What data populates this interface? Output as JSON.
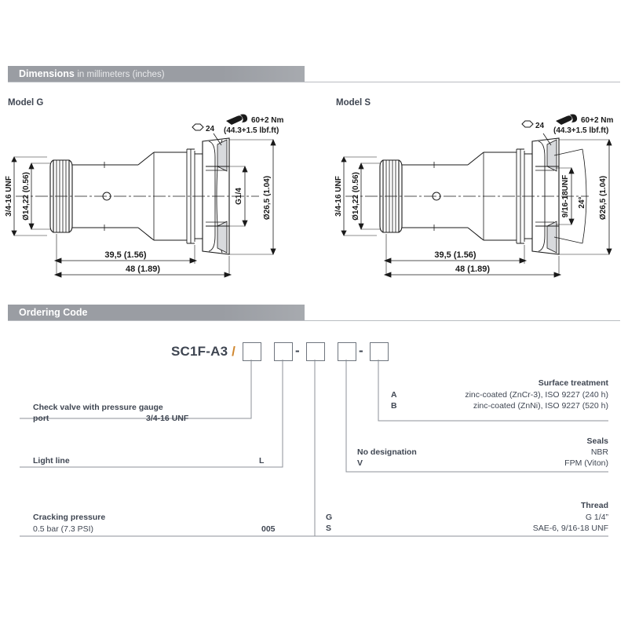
{
  "sections": {
    "dimensions": {
      "title": "Dimensions",
      "subtitle": "in millimeters (inches)"
    },
    "ordering": {
      "title": "Ordering Code",
      "subtitle": ""
    }
  },
  "drawings": {
    "model_g": {
      "label": "Model G",
      "torque": "60+2 Nm",
      "torque_imperial": "(44.3+1.5 lbf.ft)",
      "hex": "24",
      "thread_left": "3/4-16 UNF",
      "bore": "Ø14,22 (0.56)",
      "port_thread": "G1/4",
      "outer_dia": "Ø26,5 (1.04)",
      "len_inner": "39,5 (1.56)",
      "len_total": "48 (1.89)"
    },
    "model_s": {
      "label": "Model S",
      "torque": "60+2 Nm",
      "torque_imperial": "(44.3+1.5 lbf.ft)",
      "hex": "24",
      "thread_left": "3/4-16 UNF",
      "bore": "Ø14,22 (0.56)",
      "port_thread": "9/16-18UNF",
      "cone_angle": "24°",
      "outer_dia": "Ø26,5 (1.04)",
      "len_inner": "39,5 (1.56)",
      "len_total": "48 (1.89)"
    }
  },
  "ordering_code": {
    "prefix": "SC1F-A3 /",
    "separator": "-",
    "boxes": [
      "",
      "",
      "",
      "",
      ""
    ],
    "groups_left": [
      {
        "title": "Check valve with pressure gauge",
        "title2": "port",
        "code": "3/4-16 UNF"
      },
      {
        "title": "Light line",
        "code": "L"
      },
      {
        "title": "Cracking pressure",
        "title2": "0.5 bar (7.3 PSI)",
        "code": "005"
      }
    ],
    "groups_right": [
      {
        "heading": "Surface treatment",
        "rows": [
          {
            "code": "A",
            "desc": "zinc-coated (ZnCr-3), ISO 9227 (240 h)"
          },
          {
            "code": "B",
            "desc": "zinc-coated (ZnNi), ISO 9227 (520 h)"
          }
        ]
      },
      {
        "heading": "Seals",
        "rows": [
          {
            "code": "No designation",
            "desc": "NBR"
          },
          {
            "code": "V",
            "desc": "FPM (Viton)"
          }
        ]
      },
      {
        "heading": "Thread",
        "rows": [
          {
            "code": "G",
            "desc": "G 1/4”"
          },
          {
            "code": "S",
            "desc": "SAE-6, 9/16-18 UNF"
          }
        ]
      }
    ]
  },
  "colors": {
    "bar": "#9a9da3",
    "text": "#3f4652",
    "accent": "#d0872f",
    "line": "#8d9299",
    "drawing": "#1a1a1a"
  }
}
